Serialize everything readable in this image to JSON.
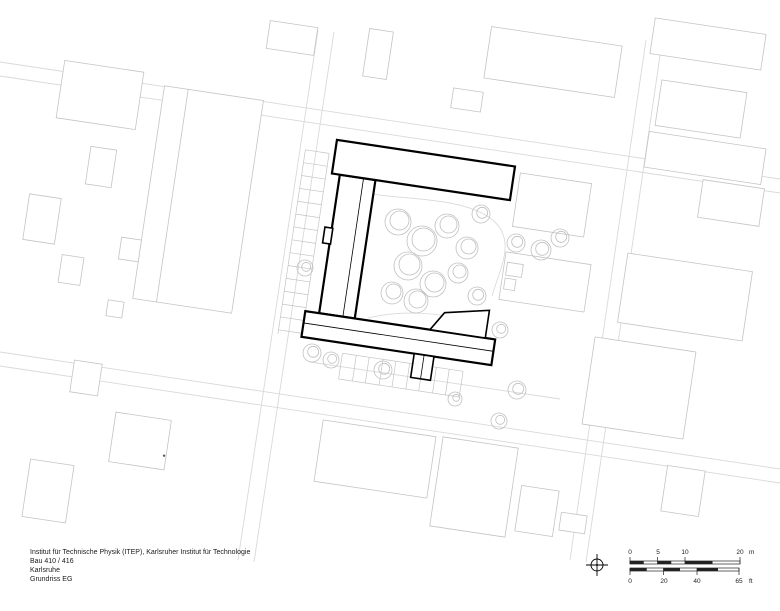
{
  "title_block": {
    "project": "Institut für Technische Physik (ITEP), Karlsruher Institut für Technologie",
    "building_no": "Bau 410 / 416",
    "city": "Karlsruhe",
    "drawing": "Grundriss EG"
  },
  "scale_bar": {
    "meters": {
      "ticks": [
        "0",
        "5",
        "10",
        "20"
      ],
      "unit": "m"
    },
    "feet": {
      "ticks": [
        "0",
        "20",
        "40",
        "65"
      ],
      "unit": "ft"
    }
  },
  "colors": {
    "paper": "#ffffff",
    "main_building_line": "#000000",
    "context_building_line": "#c4c4c4",
    "street_line": "#d9d9d9",
    "vegetation_line": "#c0c0c0"
  }
}
